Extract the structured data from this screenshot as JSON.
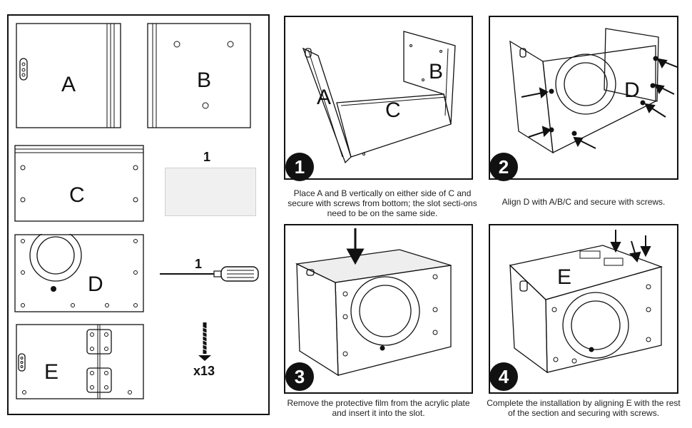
{
  "parts": {
    "a_label": "A",
    "b_label": "B",
    "c_label": "C",
    "d_label": "D",
    "e_label": "E",
    "acrylic_qty": "1",
    "screwdriver_qty": "1",
    "screws_qty": "x13"
  },
  "steps": [
    {
      "number": "1",
      "caption": "Place A and B vertically on either side of C and secure with screws from bottom; the slot secti-ons need to be on the same side.",
      "labels": [
        "A",
        "B",
        "C"
      ]
    },
    {
      "number": "2",
      "caption": "Align D with A/B/C and secure with screws.",
      "labels": [
        "D"
      ]
    },
    {
      "number": "3",
      "caption": "Remove the protective film from the acrylic plate and insert it into the slot.",
      "labels": []
    },
    {
      "number": "4",
      "caption": "Complete the installation by aligning E with the rest of the section and securing with screws.",
      "labels": [
        "E"
      ]
    }
  ]
}
